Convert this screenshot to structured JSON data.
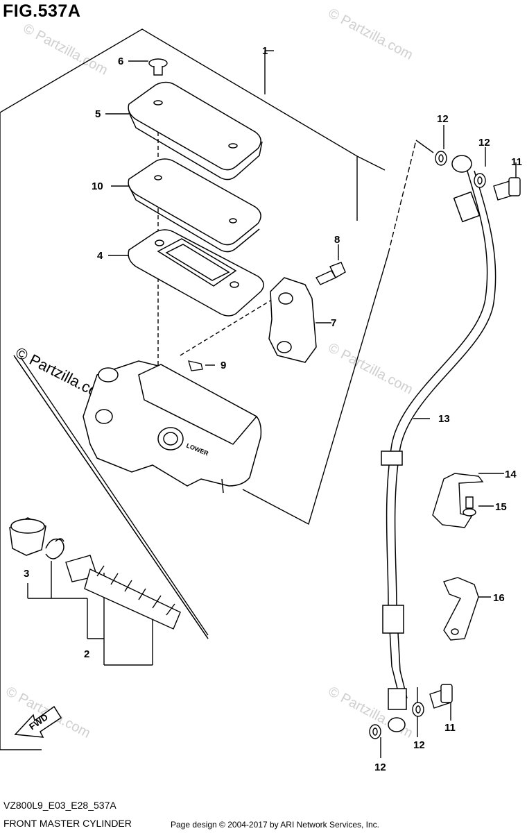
{
  "diagram": {
    "figure_title": "FIG.537A",
    "model_code": "VZ800L9_E03_E28_537A",
    "assembly_name": "FRONT MASTER CYLINDER",
    "copyright": "Page design © 2004-2017 by ARI Network Services, Inc.",
    "watermark": "© Partzilla.com",
    "body_marking": "LOWER",
    "direction_marker": "FWD",
    "callouts": {
      "c1": "1",
      "c2": "2",
      "c3": "3",
      "c4": "4",
      "c5": "5",
      "c6": "6",
      "c7": "7",
      "c8": "8",
      "c9": "9",
      "c10": "10",
      "c11a": "11",
      "c11b": "11",
      "c12a": "12",
      "c12b": "12",
      "c12c": "12",
      "c12d": "12",
      "c13": "13",
      "c14": "14",
      "c15": "15",
      "c16": "16"
    }
  }
}
